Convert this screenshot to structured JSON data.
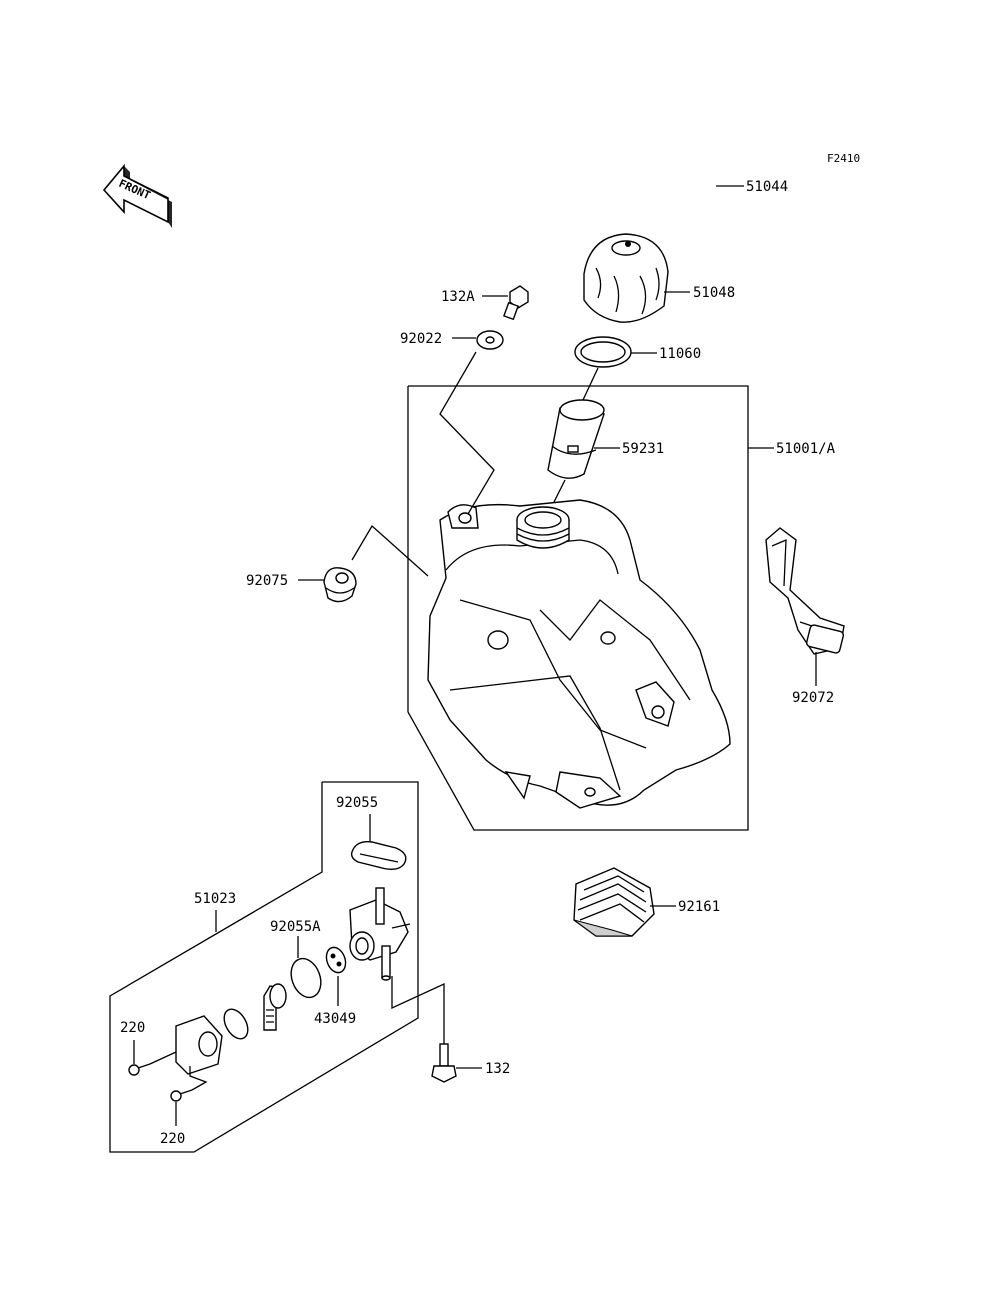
{
  "figure_code": "F2410",
  "front_label": "FRONT",
  "parts": {
    "p51044": "51044",
    "p51048": "51048",
    "p132A": "132A",
    "p92022": "92022",
    "p11060": "11060",
    "p59231": "59231",
    "p51001A": "51001/A",
    "p92075": "92075",
    "p92072": "92072",
    "p92055": "92055",
    "p51023": "51023",
    "p92055A": "92055A",
    "p92161": "92161",
    "p43049": "43049",
    "p220a": "220",
    "p132": "132",
    "p220b": "220"
  }
}
